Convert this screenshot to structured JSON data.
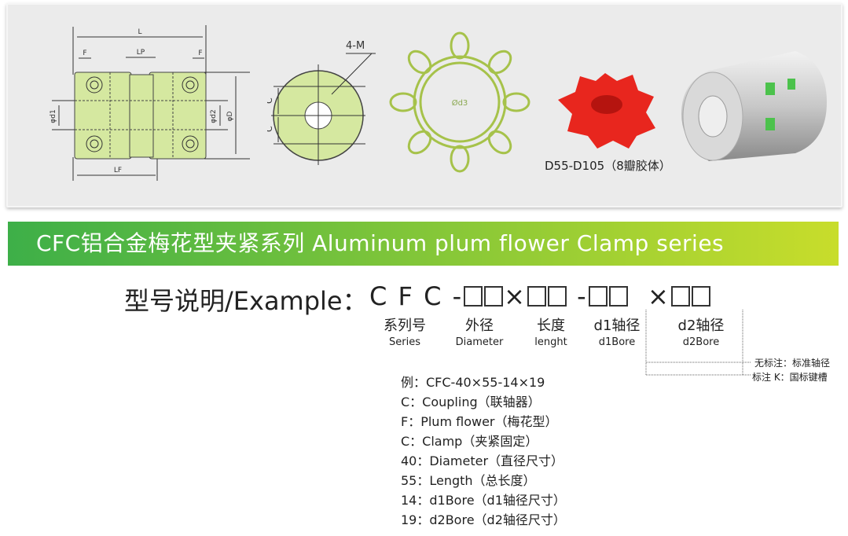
{
  "drawings": {
    "dims": {
      "L": "L",
      "F": "F",
      "LP": "LP",
      "LF": "LF",
      "d1": "φd1",
      "d2": "φd2",
      "D": "φD",
      "C": "C",
      "M": "4-M",
      "d3": "Ød3"
    },
    "spider_caption": "D55-D105（8瓣胶体）"
  },
  "banner": {
    "title": "CFC铝合金梅花型夹紧系列  Aluminum plum flower Clamp series"
  },
  "model": {
    "label": "型号说明/Example：",
    "code": "C F C",
    "dash": "-",
    "times": "×",
    "parts": [
      {
        "cn": "系列号",
        "en": "Series"
      },
      {
        "cn": "外径",
        "en": "Diameter"
      },
      {
        "cn": "长度",
        "en": "lenght"
      },
      {
        "cn": "d1轴径",
        "en": "d1Bore"
      },
      {
        "cn": "d2轴径",
        "en": "d2Bore"
      }
    ],
    "notes": [
      "无标注：标准轴径",
      "标注 K：国标键槽"
    ]
  },
  "example": {
    "lines": [
      "例：CFC-40×55-14×19",
      "C：Coupling（联轴器）",
      "F：Plum flower（梅花型）",
      "C：Clamp（夹紧固定）",
      "40：Diameter（直径尺寸）",
      "55：Length（总长度）",
      "14：d1Bore（d1轴径尺寸）",
      "19：d2Bore（d2轴径尺寸）"
    ]
  },
  "colors": {
    "part_fill": "#d5e8a0",
    "spider_red": "#e8261e",
    "banner_start": "#3daf48",
    "banner_end": "#c8dd2b"
  }
}
